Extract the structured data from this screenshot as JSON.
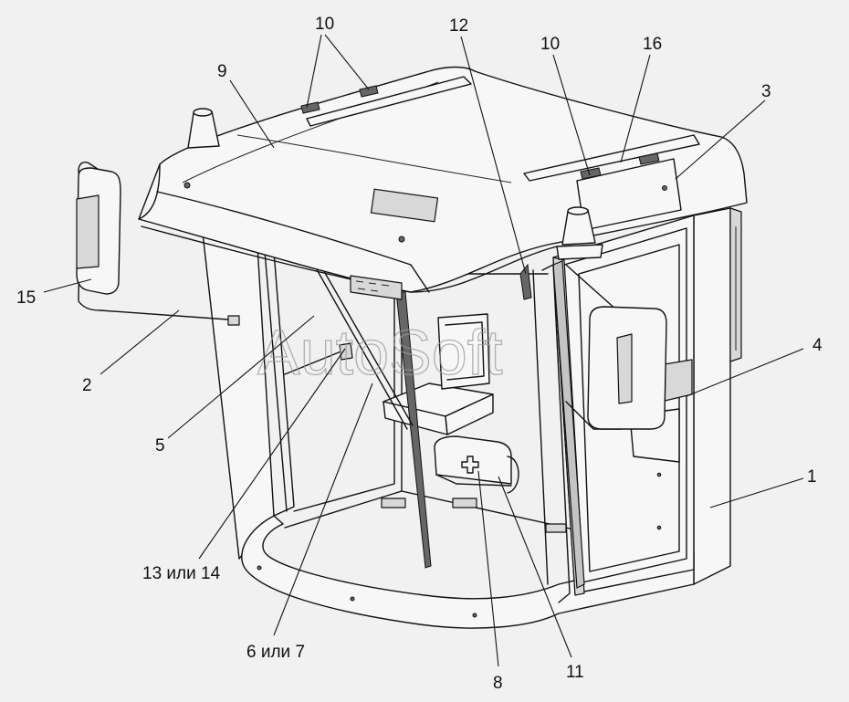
{
  "watermark": "AutoSoft",
  "callouts": {
    "c10a": "10",
    "c12": "12",
    "c10b": "10",
    "c16": "16",
    "c9": "9",
    "c3": "3",
    "c15": "15",
    "c4": "4",
    "c2": "2",
    "c1": "1",
    "c5": "5",
    "c13": "13 или 14",
    "c6": "6 или 7",
    "c8": "8",
    "c11": "11"
  }
}
